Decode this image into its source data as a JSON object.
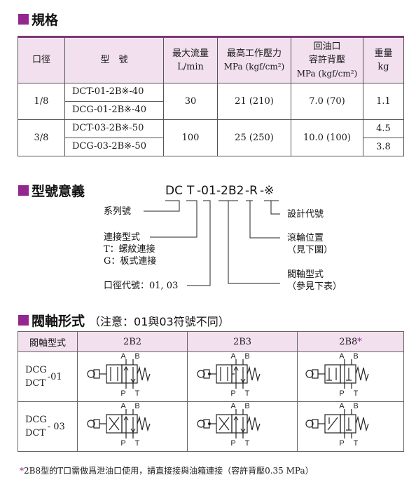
{
  "sections": {
    "spec_title": "規格",
    "model_title": "型號意義",
    "spool_title": "閥軸形式",
    "spool_note": "（注意：01與03符號不同）"
  },
  "spec_table": {
    "headers": {
      "port": "口徑",
      "model": "型　號",
      "flow_1": "最大流量",
      "flow_2": "L/min",
      "pressure_1": "最高工作壓力",
      "pressure_2": "MPa (kgf/cm²)",
      "back_1": "回油口",
      "back_2": "容許背壓",
      "back_3": "MPa (kgf/cm²)",
      "weight_1": "重量",
      "weight_2": "kg"
    },
    "groups": [
      {
        "port": "1/8",
        "models": [
          "DCT-01-2B※-40",
          "DCG-01-2B※-40"
        ],
        "flow": "30",
        "pressure": "21 (210)",
        "back": "7.0 (70)",
        "weights": [
          "1.1"
        ]
      },
      {
        "port": "3/8",
        "models": [
          "DCT-03-2B※-50",
          "DCG-03-2B※-50"
        ],
        "flow": "100",
        "pressure": "25 (250)",
        "back": "10.0 (100)",
        "weights": [
          "4.5",
          "3.8"
        ]
      }
    ]
  },
  "model_code": {
    "parts": [
      "DC",
      "T",
      "-01",
      "-2B2",
      "-R",
      "-※"
    ],
    "labels": {
      "series": "系列號",
      "conn": "連接型式",
      "conn_t": "T：螺紋連接",
      "conn_g": "G：板式連接",
      "size": "口徑代號：01, 03",
      "design": "設計代號",
      "roller": "滾輪位置",
      "roller_sub": "（見下圖）",
      "spool": "閥軸型式",
      "spool_sub": "（參見下表）"
    }
  },
  "spool_table": {
    "header_label": "閥軸型式",
    "columns": [
      "2B2",
      "2B3",
      "2B8"
    ],
    "starred_column": "2B8",
    "rows": [
      {
        "line1": "DCG",
        "line2": "DCT",
        "suffix": "-01"
      },
      {
        "line1": "DCG",
        "line2": "DCT",
        "suffix": "- 03"
      }
    ],
    "port_labels": {
      "a": "A",
      "b": "B",
      "p": "P",
      "t": "T"
    }
  },
  "footer": {
    "star": "*",
    "text": "2B8型的T口需做爲泄油口使用，請直接接與油箱連接（容許背壓0.35 MPa）"
  },
  "colors": {
    "accent": "#93268f",
    "header_bg": "#f2e0ee"
  }
}
